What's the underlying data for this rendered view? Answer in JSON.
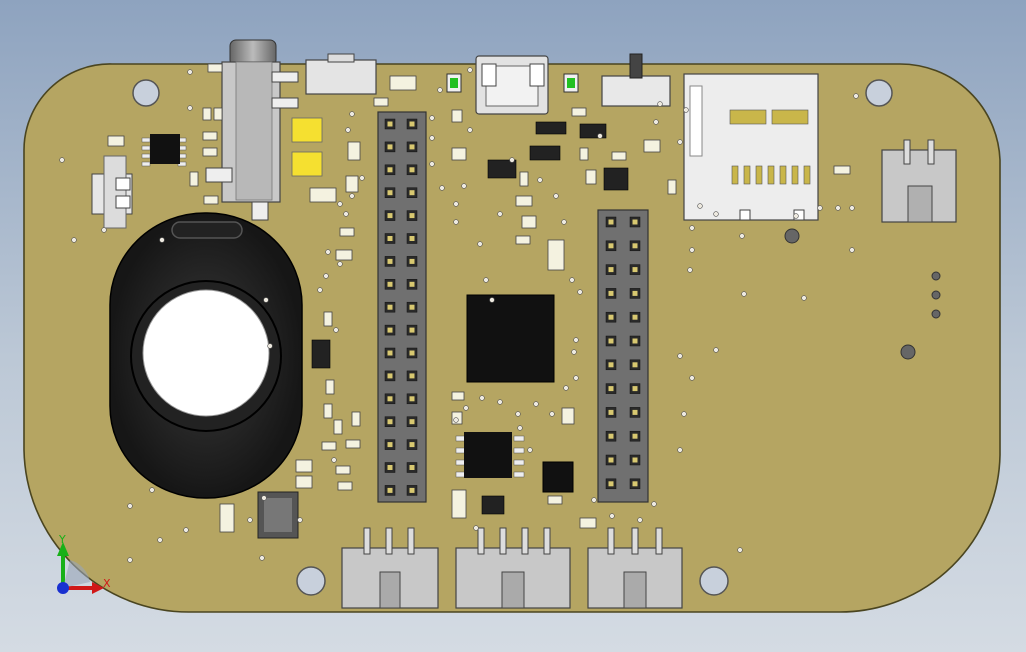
{
  "viewport": {
    "type": "3d-cad-pcb-view"
  },
  "colors": {
    "board": "#b5a562",
    "board_edge": "#4a4520",
    "header_body": "#707070",
    "pin_gold": "#d8c870",
    "ic_black": "#111111",
    "smd_pad": "#f4f2e0",
    "connector_gray": "#c8c8c8",
    "led_green": "#22c022",
    "axis_x": "#d01818",
    "axis_y": "#18b018",
    "axis_origin": "#1830d0"
  },
  "axis_triad": {
    "x_label": "X",
    "y_label": "Y"
  },
  "components": {
    "headers": [
      "pin-header-left-2x17",
      "pin-header-right-2x12"
    ],
    "ics": [
      "main-mcu-qfp",
      "soic-ic-bottom",
      "soic-ic-left",
      "qfn-ic-bottom",
      "tssop-ic-bottom"
    ],
    "connectors": [
      "audio-jack",
      "micro-usb",
      "micro-sd-slot",
      "jst-connector-right",
      "jst-connector-left",
      "bottom-connector-1",
      "bottom-connector-2",
      "bottom-connector-3"
    ],
    "other": [
      "battery-holder",
      "slide-switch",
      "tactile-button",
      "green-led-1",
      "green-led-2"
    ]
  }
}
